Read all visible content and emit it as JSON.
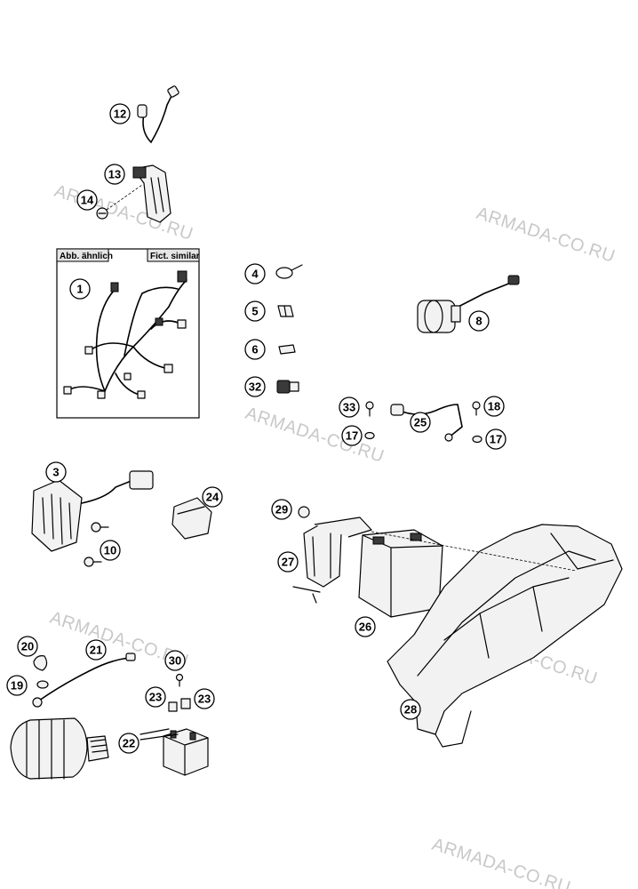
{
  "watermark": "ARMADA-CO.RU",
  "inset_box": {
    "label_left": "Abb. ähnlich",
    "label_right": "Fict. similar"
  },
  "callouts": {
    "p1": "1",
    "p3": "3",
    "p4": "4",
    "p5": "5",
    "p6": "6",
    "p8": "8",
    "p10": "10",
    "p12": "12",
    "p13": "13",
    "p14": "14",
    "p17a": "17",
    "p17b": "17",
    "p18": "18",
    "p19": "19",
    "p20": "20",
    "p21": "21",
    "p22": "22",
    "p23a": "23",
    "p23b": "23",
    "p24": "24",
    "p25": "25",
    "p26": "26",
    "p27": "27",
    "p28": "28",
    "p29": "29",
    "p30": "30",
    "p32": "32",
    "p33": "33"
  }
}
